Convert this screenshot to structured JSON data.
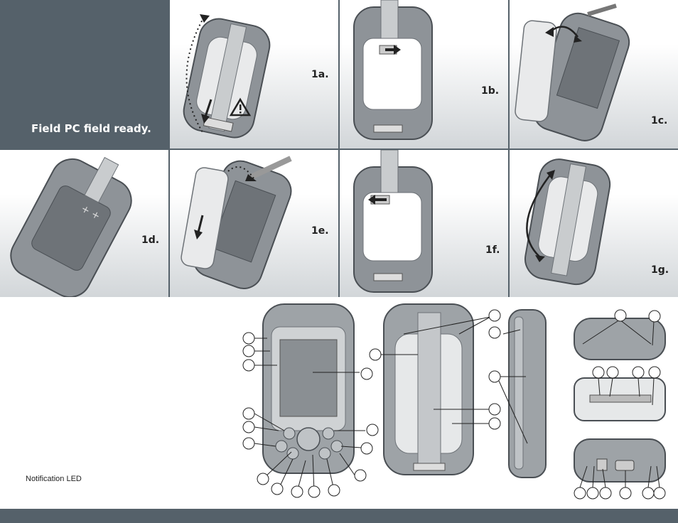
{
  "title": "Field PC field ready.",
  "steps": [
    "1a.",
    "1b.",
    "1c.",
    "1d.",
    "1e.",
    "1f.",
    "1g."
  ],
  "notification_label": "Notification LED",
  "colors": {
    "panel": "#55616a",
    "device": "#8e9398",
    "device_dark": "#5c6166",
    "door": "#e9eaeb"
  }
}
